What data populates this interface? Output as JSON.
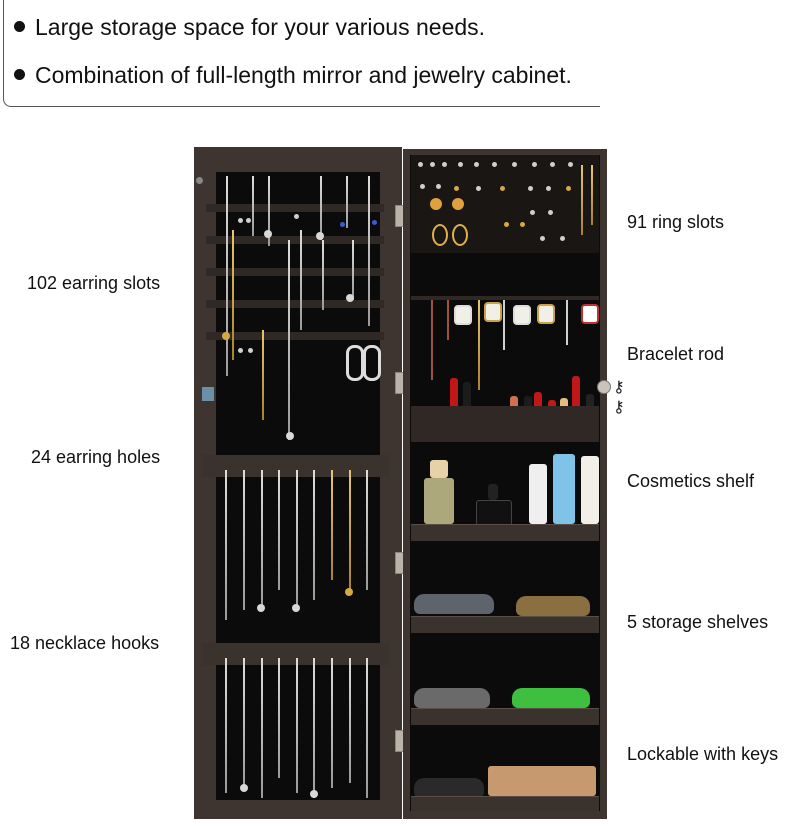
{
  "features": [
    "Large storage space for your various needs.",
    "Combination of full-length mirror and jewelry cabinet."
  ],
  "left_labels": {
    "earring_slots": "102 earring slots",
    "earring_holes": "24 earring holes",
    "necklace_hooks": "18 necklace hooks"
  },
  "right_labels": {
    "ring_slots": "91 ring slots",
    "bracelet_rod": "Bracelet rod",
    "cosmetics_shelf": "Cosmetics shelf",
    "storage_shelves": "5 storage shelves",
    "lockable": "Lockable with keys"
  },
  "colors": {
    "cabinet": "#3e3530",
    "interior": "#0b0b0b",
    "text": "#111111"
  }
}
